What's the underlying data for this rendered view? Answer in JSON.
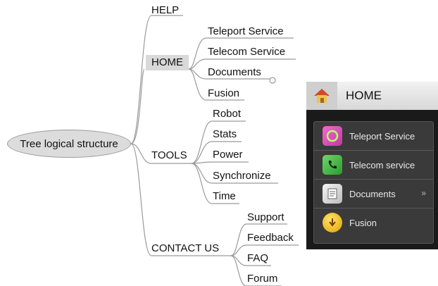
{
  "tree": {
    "root": "Tree logical structure",
    "branches": [
      {
        "key": "help",
        "label": "HELP",
        "children": []
      },
      {
        "key": "home",
        "label": "HOME",
        "children": [
          "Teleport Service",
          "Telecom Service",
          "Documents",
          "Fusion"
        ]
      },
      {
        "key": "tools",
        "label": "TOOLS",
        "children": [
          "Robot",
          "Stats",
          "Power",
          "Synchronize",
          "Time"
        ]
      },
      {
        "key": "contact",
        "label": "CONTACT US",
        "children": [
          "Support",
          "Feedback",
          "FAQ",
          "Forum"
        ]
      }
    ]
  },
  "menu": {
    "header_title": "HOME",
    "header_icon": "home-icon",
    "items": [
      {
        "label": "Teleport Service",
        "icon": "teleport-icon",
        "color": "#d63fb0"
      },
      {
        "label": "Telecom service",
        "icon": "phone-icon",
        "color": "#3cae3c"
      },
      {
        "label": "Documents",
        "icon": "document-icon",
        "color": "#d8d8d8",
        "chevron": "»"
      },
      {
        "label": "Fusion",
        "icon": "fusion-icon",
        "color": "#f0b400"
      }
    ]
  },
  "colors": {
    "line": "#9a9a9a",
    "home_highlight": "#d9d9d9",
    "menu_bg": "#3a3a3a"
  }
}
